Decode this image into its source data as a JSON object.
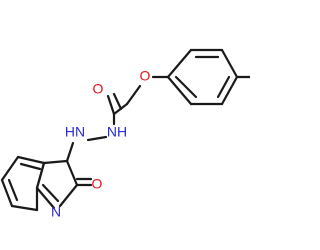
{
  "molecule": {
    "atoms": {
      "oxygen_ether": {
        "label": "O",
        "color": "#e8151a"
      },
      "oxygen_amide": {
        "label": "O",
        "color": "#e8151a"
      },
      "oxygen_lactam": {
        "label": "O",
        "color": "#e8151a"
      },
      "nh_upper": {
        "label": "NH",
        "color": "#2a2ad8"
      },
      "nh_lower": {
        "label": "HN",
        "color": "#2a2ad8"
      },
      "n_ring": {
        "label": "N",
        "color": "#2a2ad8"
      }
    },
    "bond_color": "#1a1a1a"
  }
}
